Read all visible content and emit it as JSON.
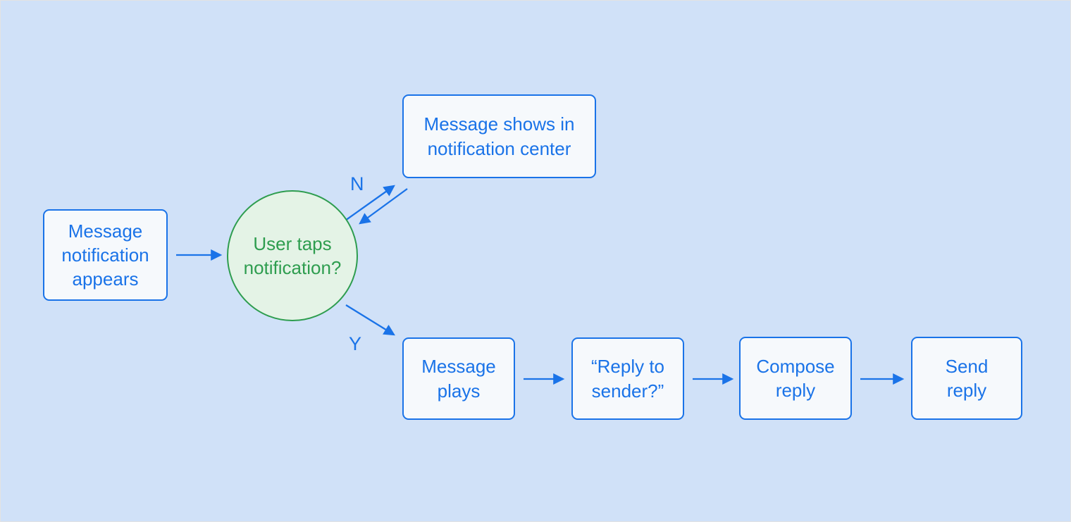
{
  "colors": {
    "background": "#d0e1f8",
    "frame_border": "#e3e3e3",
    "blue": "#1a73e8",
    "node_fill": "#f6f9fc",
    "green": "#2e9d4f",
    "green_fill": "#e4f3e6"
  },
  "diagram": {
    "type": "flowchart",
    "nodes": [
      {
        "id": "start",
        "shape": "rounded-rect",
        "label": "Message\nnotification\nappears"
      },
      {
        "id": "decision",
        "shape": "circle",
        "label": "User taps\nnotification?"
      },
      {
        "id": "notif-center",
        "shape": "rounded-rect",
        "label": "Message shows in\nnotification center"
      },
      {
        "id": "message-plays",
        "shape": "rounded-rect",
        "label": "Message\nplays"
      },
      {
        "id": "reply-to-sender",
        "shape": "rounded-rect",
        "label": "“Reply to\nsender?”"
      },
      {
        "id": "compose-reply",
        "shape": "rounded-rect",
        "label": "Compose\nreply"
      },
      {
        "id": "send-reply",
        "shape": "rounded-rect",
        "label": "Send\nreply"
      }
    ],
    "edges": [
      {
        "from": "start",
        "to": "decision",
        "label": ""
      },
      {
        "from": "decision",
        "to": "notif-center",
        "label": "N"
      },
      {
        "from": "notif-center",
        "to": "decision",
        "label": ""
      },
      {
        "from": "decision",
        "to": "message-plays",
        "label": "Y"
      },
      {
        "from": "message-plays",
        "to": "reply-to-sender",
        "label": ""
      },
      {
        "from": "reply-to-sender",
        "to": "compose-reply",
        "label": ""
      },
      {
        "from": "compose-reply",
        "to": "send-reply",
        "label": ""
      }
    ]
  }
}
